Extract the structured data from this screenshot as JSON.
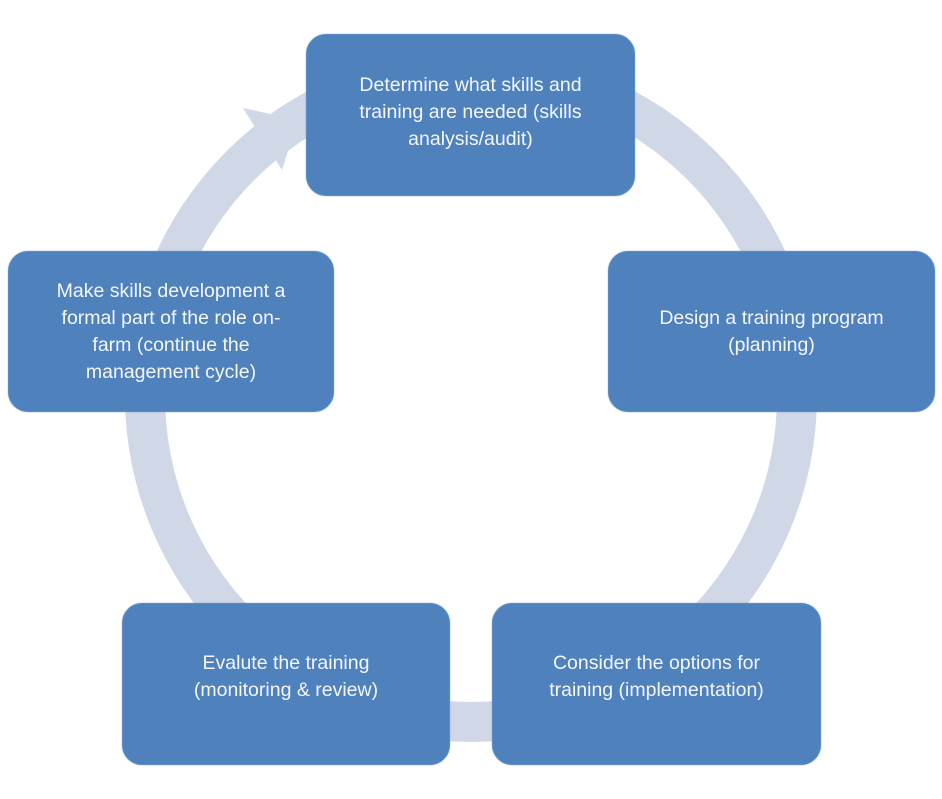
{
  "diagram": {
    "type": "cycle",
    "colors": {
      "box_fill": "#4f81bd",
      "ring_fill": "#d0d8e8",
      "text": "#f4f7fc",
      "background": "#ffffff"
    },
    "steps": [
      {
        "id": "skills-analysis",
        "label": "Determine what skills and training are needed (skills analysis/audit)",
        "lines": [
          "Determine what skills and",
          "training are needed (skills",
          "analysis/audit)"
        ]
      },
      {
        "id": "design-program",
        "label": "Design a training program (planning)",
        "lines": [
          "Design a training program",
          "(planning)"
        ]
      },
      {
        "id": "consider-options",
        "label": "Consider the options for training (implementation)",
        "lines": [
          "Consider the options for",
          "training (implementation)"
        ]
      },
      {
        "id": "evaluate",
        "label": "Evalute the training (monitoring & review)",
        "lines": [
          "Evalute the training",
          "(monitoring & review)"
        ]
      },
      {
        "id": "formalise",
        "label": "Make skills development a formal part of the role on-farm (continue the management cycle)",
        "lines": [
          "Make skills development a",
          "formal part of the role on-",
          "farm (continue the",
          "management cycle)"
        ]
      }
    ],
    "flow": "clockwise",
    "arrow_from": "formalise",
    "arrow_to": "skills-analysis"
  }
}
